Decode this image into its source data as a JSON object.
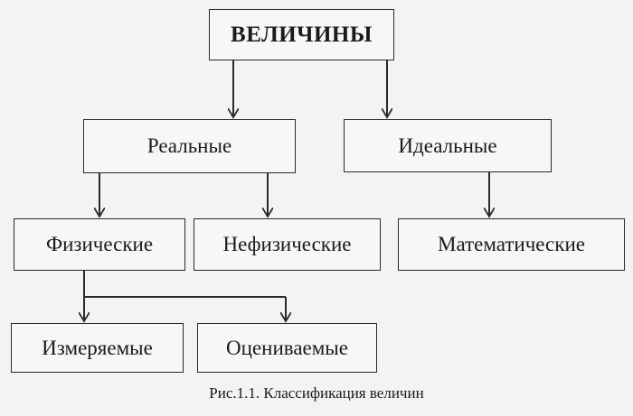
{
  "nodes": {
    "root": "ВЕЛИЧИНЫ",
    "real": "Реальные",
    "ideal": "Идеальные",
    "physical": "Физические",
    "nonphysical": "Нефизические",
    "math": "Математические",
    "measurable": "Измеряемые",
    "estimable": "Оцениваемые"
  },
  "edges": [
    [
      "root",
      "real"
    ],
    [
      "root",
      "ideal"
    ],
    [
      "real",
      "physical"
    ],
    [
      "real",
      "nonphysical"
    ],
    [
      "ideal",
      "math"
    ],
    [
      "physical",
      "measurable"
    ],
    [
      "physical",
      "estimable"
    ]
  ],
  "caption": "Рис.1.1. Классификация величин",
  "colors": {
    "line": "#2a2a2a",
    "background": "#f3f3f1"
  }
}
